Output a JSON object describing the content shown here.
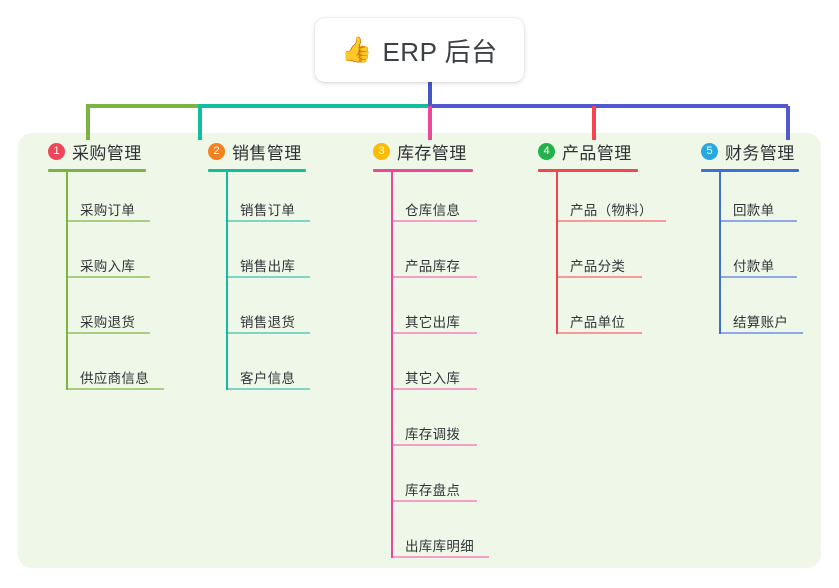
{
  "title": {
    "emoji": "👍",
    "icon_name": "thumbs-up-emoji",
    "text": "ERP 后台"
  },
  "theme": {
    "panel_bg": "#eef7e8",
    "page_bg": "#ffffff",
    "bus_left": "#7cb441",
    "bus_mid": "#12bda0",
    "bus_right": "#5259cc",
    "stem_main": "#4456c6"
  },
  "columns": [
    {
      "number": "1",
      "title": "采购管理",
      "badge_color": "#f0465a",
      "line_color": "#7cb441",
      "line_soft": "#a9ce7f",
      "rule_width": 98,
      "items": [
        {
          "label": "采购订单",
          "rule_width": 82
        },
        {
          "label": "采购入库",
          "rule_width": 82
        },
        {
          "label": "采购退货",
          "rule_width": 82
        },
        {
          "label": "供应商信息",
          "rule_width": 96
        }
      ]
    },
    {
      "number": "2",
      "title": "销售管理",
      "badge_color": "#f5821f",
      "line_color": "#12bda0",
      "line_soft": "#7fd4c5",
      "rule_width": 98,
      "items": [
        {
          "label": "销售订单",
          "rule_width": 82
        },
        {
          "label": "销售出库",
          "rule_width": 82
        },
        {
          "label": "销售退货",
          "rule_width": 82
        },
        {
          "label": "客户信息",
          "rule_width": 82
        }
      ]
    },
    {
      "number": "3",
      "title": "库存管理",
      "badge_color": "#fbbc05",
      "line_color": "#ec4899",
      "line_soft": "#f2a0c8",
      "rule_width": 100,
      "items": [
        {
          "label": "仓库信息",
          "rule_width": 84
        },
        {
          "label": "产品库存",
          "rule_width": 84
        },
        {
          "label": "其它出库",
          "rule_width": 84
        },
        {
          "label": "其它入库",
          "rule_width": 84
        },
        {
          "label": "库存调拨",
          "rule_width": 84
        },
        {
          "label": "库存盘点",
          "rule_width": 84
        },
        {
          "label": "出库库明细",
          "rule_width": 96
        }
      ]
    },
    {
      "number": "4",
      "title": "产品管理",
      "badge_color": "#22b14c",
      "line_color": "#f4454f",
      "line_soft": "#f59a9c",
      "rule_width": 100,
      "items": [
        {
          "label": "产品（物料）",
          "rule_width": 108
        },
        {
          "label": "产品分类",
          "rule_width": 84
        },
        {
          "label": "产品单位",
          "rule_width": 84
        }
      ]
    },
    {
      "number": "5",
      "title": "财务管理",
      "badge_color": "#29a8e0",
      "line_color": "#3f6fd0",
      "line_soft": "#8daae4",
      "rule_width": 98,
      "items": [
        {
          "label": "回款单",
          "rule_width": 76
        },
        {
          "label": "付款单",
          "rule_width": 76
        },
        {
          "label": "结算账户",
          "rule_width": 82
        }
      ]
    }
  ]
}
